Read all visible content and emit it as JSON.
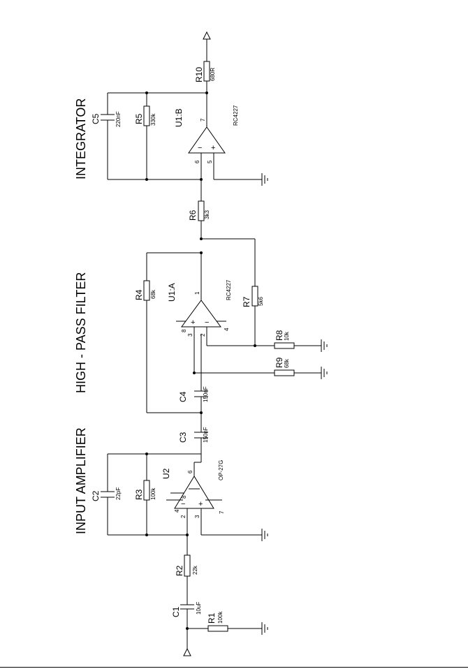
{
  "sections": {
    "input_amplifier": "INPUT AMPLIFIER",
    "high_pass_filter": "HIGH - PASS FILTER",
    "integrator": "INTEGRATOR"
  },
  "components": {
    "R1": {
      "ref": "R1",
      "value": "100k"
    },
    "C1": {
      "ref": "C1",
      "value": "10uF"
    },
    "R2": {
      "ref": "R2",
      "value": "22k"
    },
    "R3": {
      "ref": "R3",
      "value": "100k"
    },
    "C2": {
      "ref": "C2",
      "value": "22pF"
    },
    "U2": {
      "ref": "U2",
      "value": "OP-27G"
    },
    "C3": {
      "ref": "C3",
      "value": "150nF"
    },
    "C4": {
      "ref": "C4",
      "value": "150nF"
    },
    "R4": {
      "ref": "R4",
      "value": "68k"
    },
    "U1A": {
      "ref": "U1:A",
      "value": "RC4227"
    },
    "R7": {
      "ref": "R7",
      "value": "5k6"
    },
    "R8": {
      "ref": "R8",
      "value": "10k"
    },
    "R9": {
      "ref": "R9",
      "value": "68k"
    },
    "R6": {
      "ref": "R6",
      "value": "3k3"
    },
    "R5": {
      "ref": "R5",
      "value": "330k"
    },
    "C5": {
      "ref": "C5",
      "value": "220nF"
    },
    "U1B": {
      "ref": "U1:B",
      "value": "RC4227"
    },
    "R10": {
      "ref": "R10",
      "value": "680R"
    }
  },
  "pins": {
    "u2_out": "6",
    "u2_inv": "2",
    "u2_noninv": "3",
    "u2_pos": "7",
    "u2_neg": "4",
    "u2_comp": "8",
    "u1a_out": "1",
    "u1a_inv": "2",
    "u1a_noninv": "3",
    "u1a_pwr": "4",
    "u1a_pwr2": "8",
    "u1b_out": "7",
    "u1b_inv": "6",
    "u1b_noninv": "5"
  },
  "symbols": {
    "minus": "−",
    "plus": "+"
  }
}
